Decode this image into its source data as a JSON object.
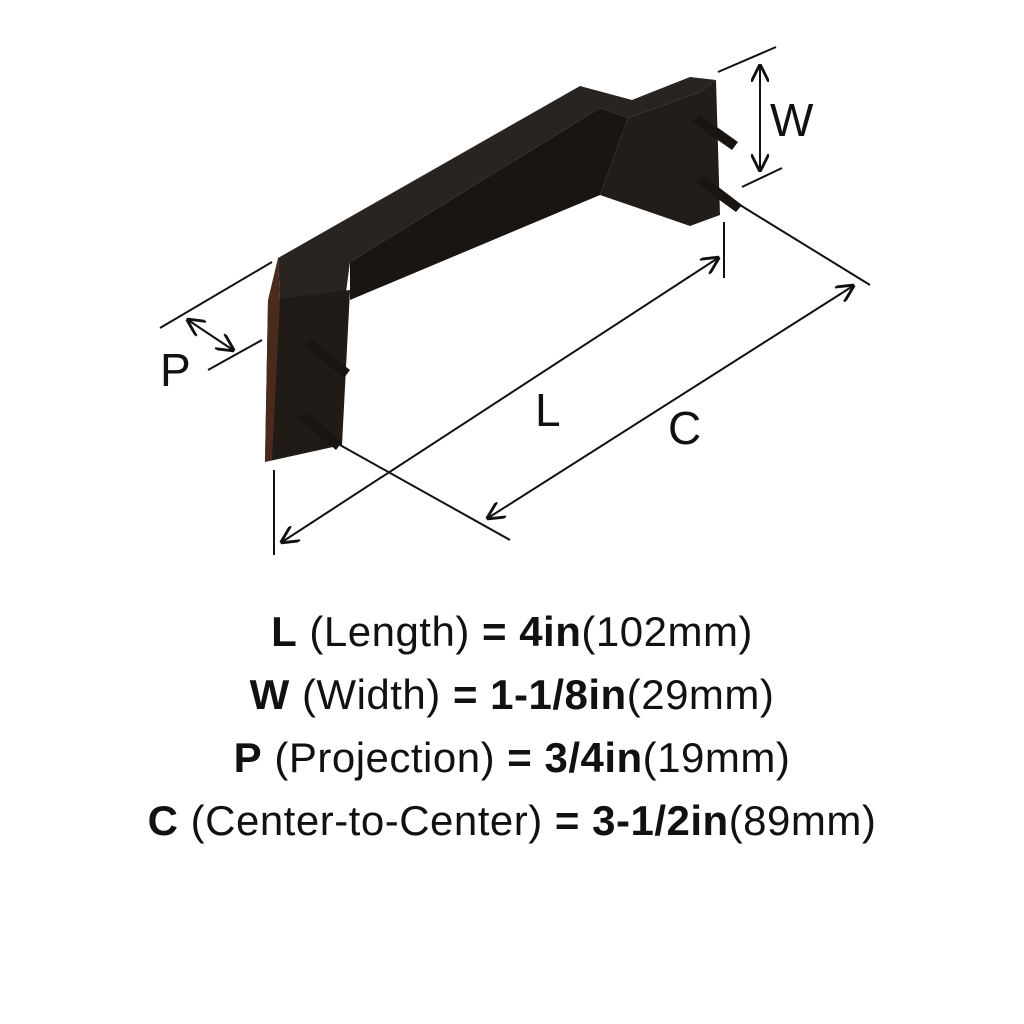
{
  "diagram": {
    "labels": {
      "w": "W",
      "p": "P",
      "l": "L",
      "c": "C"
    },
    "colors": {
      "handle": "#1f1a17",
      "handle_edge": "#3a2a22",
      "highlight": "#6b3a25",
      "lines": "#111111"
    }
  },
  "specs": [
    {
      "letter": "L",
      "name": "(Length)",
      "eq": "= 4in",
      "metric": "(102mm)"
    },
    {
      "letter": "W",
      "name": "(Width)",
      "eq": "= 1-1/8in",
      "metric": "(29mm)"
    },
    {
      "letter": "P",
      "name": "(Projection)",
      "eq": "= 3/4in",
      "metric": "(19mm)"
    },
    {
      "letter": "C",
      "name": "(Center-to-Center)",
      "eq": "= 3-1/2in",
      "metric": "(89mm)"
    }
  ]
}
